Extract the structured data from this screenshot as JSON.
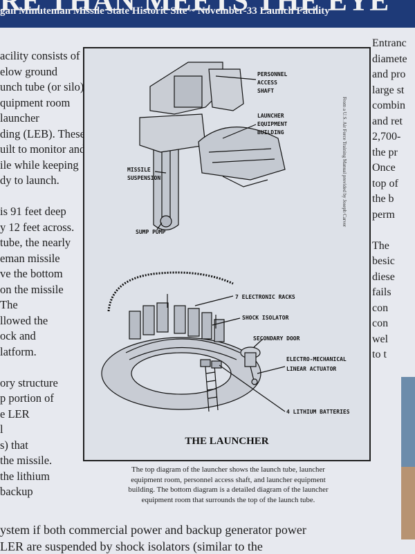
{
  "banner": {
    "title": "RE THAN MEETS THE EYE",
    "subtitle": "gan Minuteman Missile State Historic Site ~ November-33 Launch Facility"
  },
  "left_column": [
    "acility consists of",
    "elow ground",
    "unch tube (or silo),",
    "quipment room",
    " launcher",
    "ding (LEB). These",
    "uilt to monitor and",
    "ile while keeping",
    "dy to launch.",
    "",
    "is 91 feet deep",
    "y 12 feet across.",
    "tube, the nearly",
    "eman missile",
    "ve the bottom",
    "on the missile",
    " The",
    "llowed the",
    "ock and",
    "latform.",
    "",
    "ory structure",
    "p portion of",
    "e LER",
    "l",
    "s) that",
    "the missile.",
    " the lithium",
    " backup"
  ],
  "right_column": [
    "Entranc",
    "diamete",
    "and pro",
    "large st",
    "combin",
    "and ret",
    "2,700-",
    "the pr",
    "Once",
    "top of",
    "the b",
    "perm",
    "",
    "The",
    "besic",
    "diese",
    "fails",
    "con",
    "con",
    "wel",
    "to t"
  ],
  "figure": {
    "credit": "From a U.S. Air Force Training Manual provided by Joseph Carver",
    "top_labels": {
      "personnel": [
        "PERSONNEL",
        "ACCESS",
        "SHAFT"
      ],
      "leb": [
        "LAUNCHER",
        "EQUIPMENT",
        "BUILDING"
      ],
      "suspension": [
        "MISSILE",
        "SUSPENSION"
      ],
      "sump": "SUMP PUMP"
    },
    "bottom_labels": {
      "racks": "7 ELECTRONIC RACKS",
      "isolator": "SHOCK ISOLATOR",
      "door": "SECONDARY DOOR",
      "actuator": [
        "ELECTRO-MECHANICAL",
        "LINEAR ACTUATOR"
      ],
      "batteries": "4 LITHIUM BATTERIES"
    },
    "title": "THE LAUNCHER"
  },
  "caption": [
    "The top diagram of the launcher shows the launch tube, launcher",
    "equipment room, personnel access shaft, and launcher equipment",
    "building. The bottom diagram is a detailed diagram of the launcher",
    "equipment room that surrounds the top of the launch tube."
  ],
  "bottom_text": [
    "ystem if both commercial power and backup generator power",
    " LER are suspended by shock isolators (similar to the"
  ]
}
